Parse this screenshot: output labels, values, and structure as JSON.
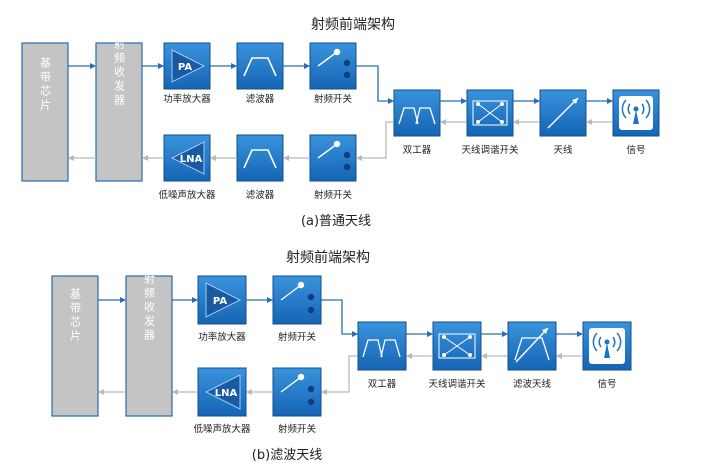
{
  "diagram_a": {
    "title": "射频前端架构",
    "baseband": "基带芯片",
    "transceiver": "射频收发器",
    "pa": {
      "text": "PA",
      "label": "功率放大器"
    },
    "lna": {
      "text": "LNA",
      "label": "低噪声放大器"
    },
    "filter_tx": "滤波器",
    "filter_rx": "滤波器",
    "switch_tx": "射频开关",
    "switch_rx": "射频开关",
    "duplexer": "双工器",
    "tuner": "天线调谐开关",
    "antenna": "天线",
    "signal": "信号",
    "caption": "(a)普通天线"
  },
  "diagram_b": {
    "title": "射频前端架构",
    "baseband": "基带芯片",
    "transceiver": "射频收发器",
    "pa": {
      "text": "PA",
      "label": "功率放大器"
    },
    "lna": {
      "text": "LNA",
      "label": "低噪声放大器"
    },
    "switch_tx": "射频开关",
    "switch_rx": "射频开关",
    "duplexer": "双工器",
    "tuner": "天线调谐开关",
    "antenna": "滤波天线",
    "signal": "信号",
    "caption": "(b)滤波天线"
  },
  "colors": {
    "gray_block": "#c4c4c4",
    "blue_block": "#1e74c4",
    "tx_arrow": "#2a6cb5",
    "rx_arrow": "#b9b9b9"
  }
}
